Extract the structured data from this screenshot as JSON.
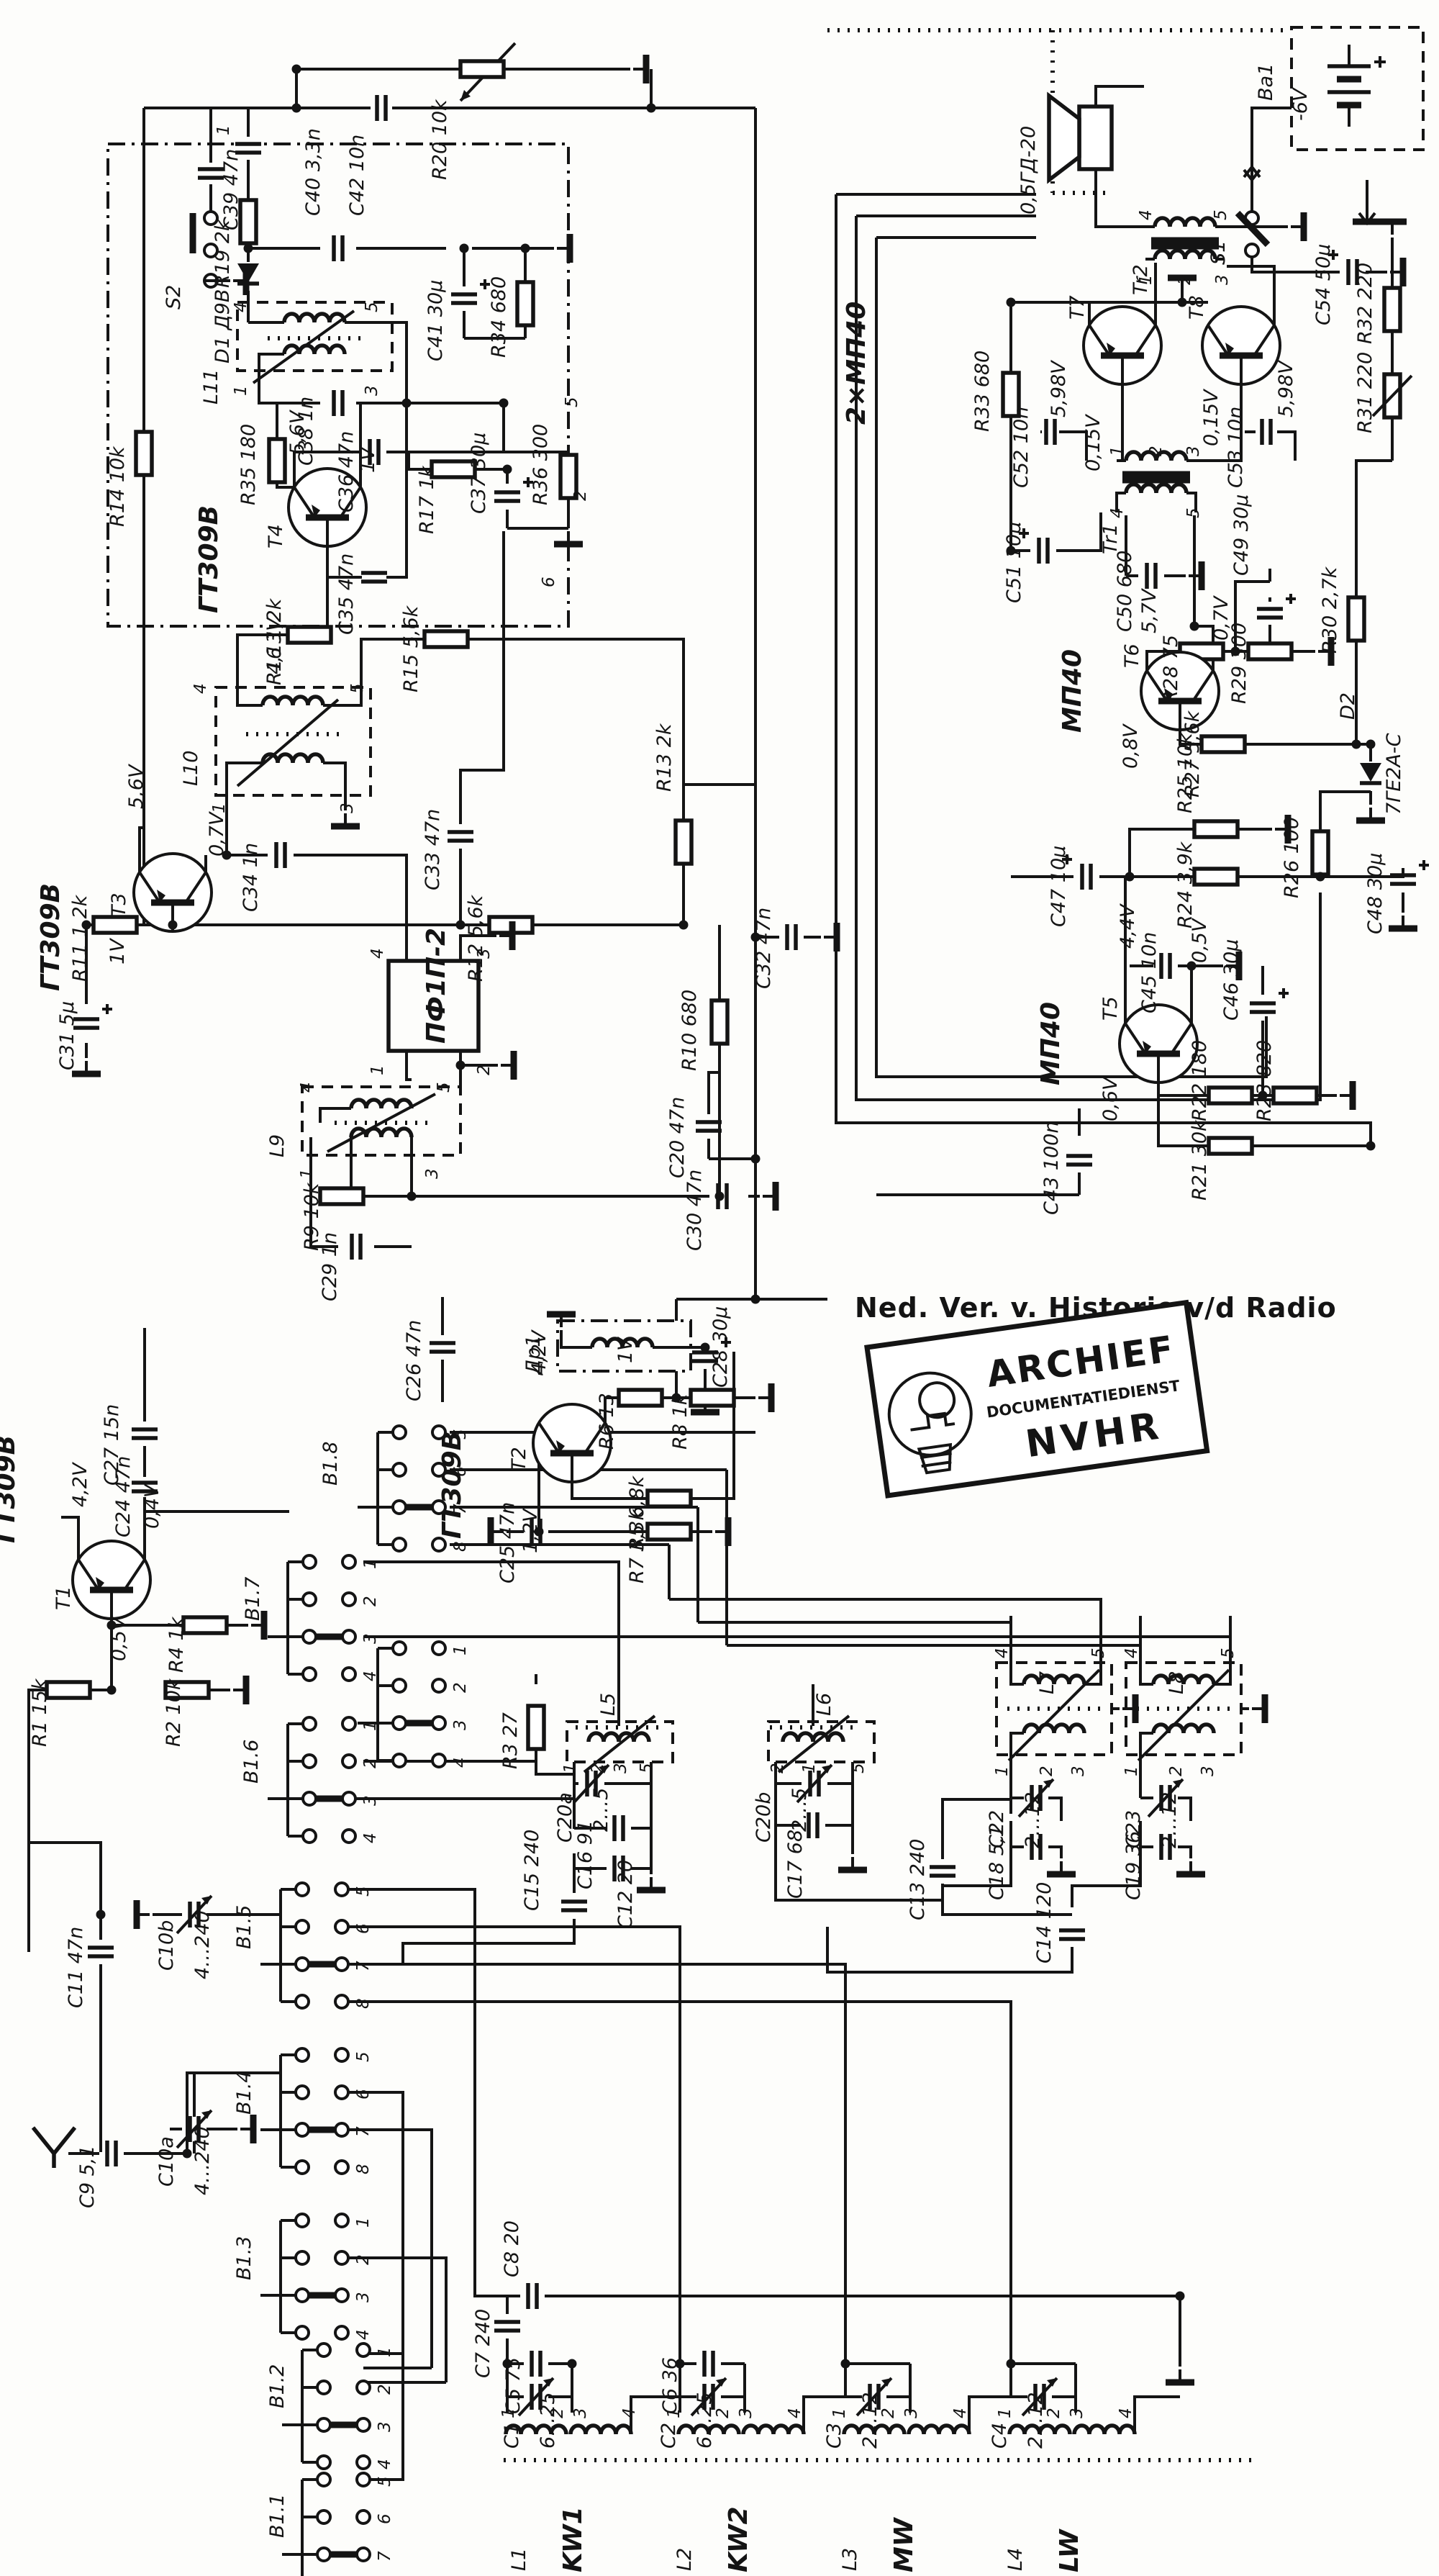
{
  "stamp": {
    "header": "Ned. Ver. v. Historie v/d Radio",
    "line1": "ARCHIEF",
    "line2": "DOCUMENTATIEDIENST",
    "line3": "NVHR"
  },
  "pins": {
    "n1": "1",
    "n2": "2",
    "n3": "3",
    "n4": "4",
    "n5": "5",
    "n6": "6",
    "n7": "7",
    "n8": "8"
  },
  "L": {
    "r20": "R20 10k",
    "c42": "C42 10n",
    "s2": "S2",
    "c39": "C39 47n",
    "r14": "R14 10k",
    "r19": "R19 2k",
    "c40": "C40 3,3n",
    "d1": "D1 Д9В",
    "c41": "C41 30µ",
    "r34": "R34 680",
    "l11": "L11",
    "c38": "C38 1n",
    "r35": "R35 180",
    "c36": "C36 47n",
    "r17": "R17 1k",
    "c37": "C37 30µ",
    "r36": "R36 300",
    "t4": "T4",
    "t4type": "ГТ309В",
    "t4v1": "5,6V",
    "t4v2": "1V",
    "t4v3": "4,13V",
    "c35": "C35 47n",
    "r16": "R16 1,2k",
    "r15": "R15 5,6k",
    "l10": "L10",
    "c34": "C34 1n",
    "t3": "T3",
    "t3type": "ГТ309В",
    "t3v1": "5,6V",
    "t3v2": "0,7V",
    "t3v3": "1V",
    "c33": "C33 47n",
    "r12": "R12 5,6k",
    "r13": "R13 2k",
    "r11": "R11 1,2k",
    "c31": "C31 5µ",
    "filter": "ПФ1П-2",
    "l9": "L9",
    "r9": "R9 10k",
    "c29": "C29 1n",
    "r10": "R10 680",
    "c30": "C30 47n",
    "c32": "C32 47n",
    "c20": "C20 47n",
    "c26": "C26 47n",
    "dr1": "Др1",
    "c28": "C28 30µ",
    "t2": "T2",
    "t2type": "ГТ309В",
    "t2v1": "4,2V",
    "t2v2": "1V",
    "t2v3": "1,2V",
    "r6": "R6 13",
    "r8": "R8 1k",
    "r5": "R5 6,8k",
    "r7": "R7 3,3k",
    "c25": "C25 47n",
    "c27": "C27 15n",
    "c24": "C24 47n",
    "t1": "T1",
    "t1type": "ГТ309В",
    "t1v1": "4,2V",
    "t1v2": "0,4V",
    "t1v3": "0,5V",
    "r4": "R4 1k",
    "r1": "R1 15k",
    "r2": "R2 10k",
    "c11": "C11 47n",
    "c10b": "C10b",
    "c10brange": "4…240",
    "c10a": "C10a",
    "c10arange": "4…240",
    "c9": "C9 5,1",
    "r3": "R3 27",
    "l5": "L5",
    "c20a": "C20a",
    "c20arange": "2…5",
    "c16": "C16 91",
    "c15": "C15 240",
    "c12": "C12 20",
    "l6": "L6",
    "c20b": "C20b",
    "c20brange": "2…5",
    "c17": "C17 68",
    "c13": "C13 240",
    "l7": "L7",
    "c22": "C22",
    "c22range": "2…12",
    "c18": "C18 5,1",
    "l8": "L8",
    "c23": "C23",
    "c23range": "2…12",
    "c19": "C19 36",
    "c14": "C14 120",
    "l1": "L1",
    "kw1": "KW1",
    "c7": "C7 240",
    "c5": "C5 75",
    "c1": "C1",
    "c1range": "6…25",
    "c8": "C8 20",
    "l2": "L2",
    "kw2": "KW2",
    "c6": "C6 36",
    "c2": "C2",
    "c2range": "6…25",
    "l3": "L3",
    "mw": "MW",
    "c3": "C3",
    "c3range": "2…12",
    "l4": "L4",
    "lw": "LW",
    "c4": "C4",
    "c4range": "2…12",
    "b11": "B1.1",
    "b12": "B1.2",
    "b13": "B1.3",
    "b14": "B1.4",
    "b15": "B1.5",
    "b16": "B1.6",
    "b17": "B1.7",
    "b18": "B1.8",
    "amp": "2×МП40",
    "spk": "0,5ГД-20",
    "tr1": "Tr1",
    "tr2": "Tr2",
    "t7": "T7",
    "t8": "T8",
    "t7v": "5,98V",
    "t8v": "5,98V",
    "t7e": "0,15V",
    "t8e": "0,15V",
    "r33": "R33 680",
    "c52": "C52 10n",
    "c53": "C53 10n",
    "s1": "S1",
    "c54": "C54 50µ",
    "ba1": "Ba1",
    "bav": "-6V",
    "r32": "R32 220",
    "r31": "R31 220",
    "c51": "C51 10µ",
    "c50": "C50 680",
    "c49": "C49 30µ",
    "r28": "R28 75",
    "r29": "R29 300",
    "r30": "R30 2,7k",
    "t6": "T6",
    "t6type": "МП40",
    "t6v1": "5,7V",
    "t6v2": "0,7V",
    "t6v3": "0,8V",
    "r27": "R27 5,6k",
    "d2": "D2",
    "d2type": "7ГЕ2А-С",
    "c47": "C47 10µ",
    "r25": "R25 10k",
    "r24": "R24 3,9k",
    "r26": "R26 100",
    "c48": "C48 30µ",
    "c45": "C45 10n",
    "c46": "C46 30µ",
    "t5": "T5",
    "t5type": "МП40",
    "t5v1": "4,4V",
    "t5v2": "0,5V",
    "t5v3": "0,6V",
    "r22": "R22 180",
    "r23": "R23 820",
    "r21": "R21 30k",
    "c43": "C43 100n"
  }
}
